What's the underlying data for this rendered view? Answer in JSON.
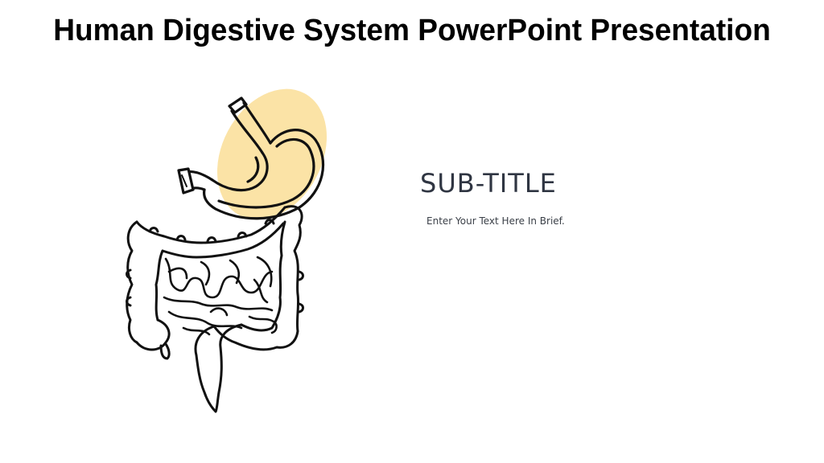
{
  "slide": {
    "title": "Human Digestive System PowerPoint Presentation",
    "subtitle": "SUB-TITLE",
    "body_text": "Enter Your Text Here In Brief.",
    "illustration": {
      "icon": "digestive-system-icon",
      "parts": [
        "stomach",
        "large-intestine",
        "small-intestine",
        "appendix",
        "rectum"
      ],
      "accent_color": "#fbe3a6",
      "stroke_color": "#111111"
    }
  }
}
